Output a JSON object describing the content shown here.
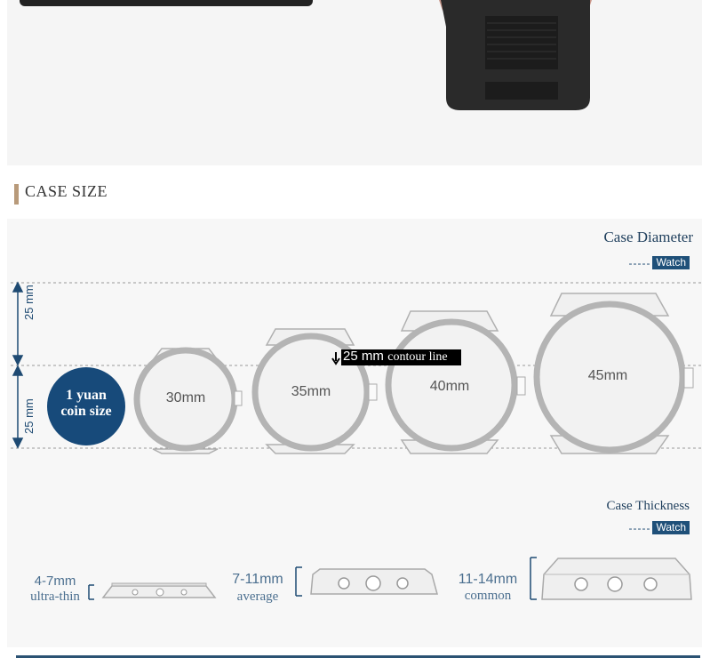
{
  "section": {
    "title": "CASE SIZE"
  },
  "diameter": {
    "heading": "Case Diameter",
    "dashes": "-----",
    "tag": "Watch",
    "scale_top": "25 mm",
    "scale_bottom": "25 mm",
    "coin_line1": "1 yuan",
    "coin_line2": "coin size",
    "contour_mm": "25 mm",
    "contour_label": "contour line",
    "watch_sizes": [
      "30mm",
      "35mm",
      "40mm",
      "45mm"
    ]
  },
  "thickness": {
    "heading": "Case Thickness",
    "dashes": "-----",
    "tag": "Watch",
    "items": [
      {
        "range": "4-7mm",
        "label": "ultra-thin"
      },
      {
        "range": "7-11mm",
        "label": "average"
      },
      {
        "range": "11-14mm",
        "label": "common"
      }
    ]
  },
  "colors": {
    "navy": "#1e3e5c",
    "accent": "#b89a7a",
    "coin": "#174a7a"
  }
}
